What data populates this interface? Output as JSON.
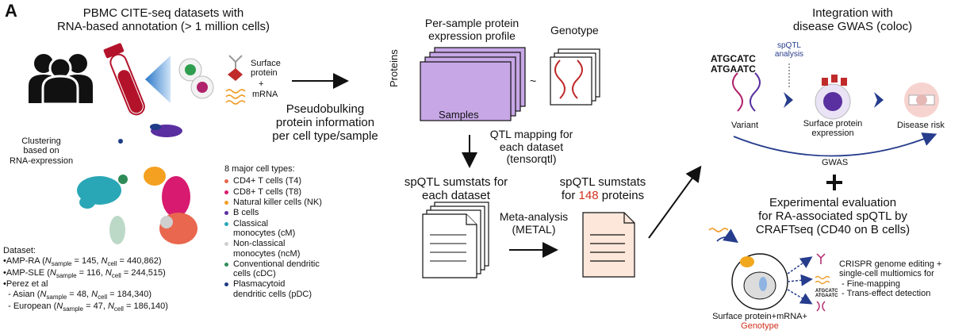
{
  "panel_label": "A",
  "cite": {
    "title_line1": "PBMC CITE-seq datasets with",
    "title_line2": "RNA-based annotation (> 1 million cells)",
    "surface_protein": "Surface\nprotein",
    "plus": "+",
    "mrna": "mRNA",
    "clustering_label": "Clustering\nbased on\nRNA-expression",
    "pseudobulk_label": "Pseudobulking\nprotein information\nper cell type/sample"
  },
  "legend": {
    "title": "8 major cell types:",
    "items": [
      {
        "label": "CD4+ T cells (T4)",
        "color": "#e8674e"
      },
      {
        "label": "CD8+ T cells (T8)",
        "color": "#d81b70"
      },
      {
        "label": "Natural killer cells (NK)",
        "color": "#f4a020"
      },
      {
        "label": "B cells",
        "color": "#5a2fa0"
      },
      {
        "label": "Classical\nmonocytes (cM)",
        "color": "#2aa7b6"
      },
      {
        "label": "Non-classical\nmonocytes (ncM)",
        "color": "#cfcfcf"
      },
      {
        "label": "Conventional dendritic\ncells (cDC)",
        "color": "#2e8b57"
      },
      {
        "label": "Plasmacytoid\ndendritic cells (pDC)",
        "color": "#1f3c88"
      }
    ]
  },
  "datasets": {
    "header": "Dataset:",
    "rows": [
      {
        "prefix": "•AMP-RA (",
        "n_sample": "145",
        "n_cell": "440,862"
      },
      {
        "prefix": "•AMP-SLE (",
        "n_sample": "116",
        "n_cell": "244,515"
      },
      {
        "prefix": "•Perez et al",
        "n_sample": "",
        "n_cell": ""
      },
      {
        "prefix": "  - Asian (",
        "n_sample": "48",
        "n_cell": "184,340"
      },
      {
        "prefix": "  - European (",
        "n_sample": "47",
        "n_cell": "186,140"
      }
    ]
  },
  "qtl": {
    "profile_title": "Per-sample protein\nexpression profile",
    "proteins_axis": "Proteins",
    "samples_axis": "Samples",
    "genotype": "Genotype",
    "tilde": "~",
    "mapping_label": "QTL mapping for\neach dataset\n(tensorqtl)",
    "sumstats_each": "spQTL sumstats for\neach dataset",
    "meta_label": "Meta-analysis\n(METAL)",
    "sumstats_pre": "spQTL sumstats",
    "sumstats_for": "for ",
    "protein_count": "148",
    "sumstats_post": " proteins"
  },
  "integration": {
    "title_line1": "Integration with",
    "title_line2": "disease GWAS (coloc)",
    "analysis": "spQTL\nanalysis",
    "seq_top": "ATGCATC",
    "seq_bottom": "ATGAATC",
    "variant": "Variant",
    "surface_expr": "Surface protein\nexpression",
    "disease_risk": "Disease risk",
    "gwas": "GWAS",
    "plus": "+"
  },
  "evaluation": {
    "title": "Experimental evaluation\nfor RA-associated spQTL by\nCRAFTseq (CD40 on B cells)",
    "crispr": "CRISPR genome editing +\nsingle-cell multiomics for\n - Fine-mapping\n - Trans-effect detection",
    "readout": "Surface protein+mRNA+",
    "genotype": "Genotype",
    "mini_seq_top": "ATGCATC",
    "mini_seq_bottom": "ATGAATC"
  },
  "colors": {
    "accent_purple": "#c7a7e6",
    "arrow_navy": "#263c8c",
    "highlight_red": "#d0311c",
    "blood_red": "#b3132a"
  }
}
